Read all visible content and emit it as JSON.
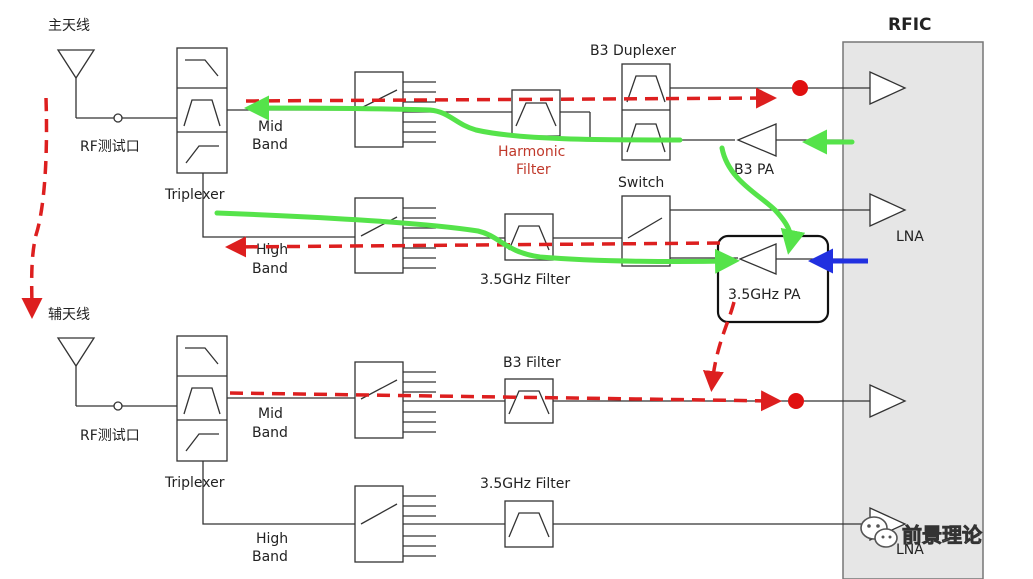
{
  "rfic": {
    "title": "RFIC"
  },
  "main_antenna": {
    "label": "主天线",
    "test_port": "RF测试口",
    "triplexer": "Triplexer"
  },
  "aux_antenna": {
    "label": "辅天线",
    "test_port": "RF测试口",
    "triplexer": "Triplexer"
  },
  "blocks": {
    "b3_duplexer": "B3 Duplexer",
    "harmonic_filter_line1": "Harmonic",
    "harmonic_filter_line2": "Filter",
    "switch": "Switch",
    "b3_pa": "B3 PA",
    "pa_35": "3.5GHz PA",
    "filter_35_top": "3.5GHz Filter",
    "b3_filter": "B3 Filter",
    "filter_35_bottom": "3.5GHz Filter"
  },
  "bands": {
    "mid": [
      "Mid",
      "Band"
    ],
    "high": [
      "High",
      "Band"
    ]
  },
  "lna": {
    "label": "LNA"
  },
  "watermark": {
    "text": "前景理论"
  },
  "colors": {
    "red_path": "#dd1f1f",
    "green_path": "#55e34a",
    "blue_path": "#2130e0",
    "rfic_fill": "#e6e6e6"
  }
}
